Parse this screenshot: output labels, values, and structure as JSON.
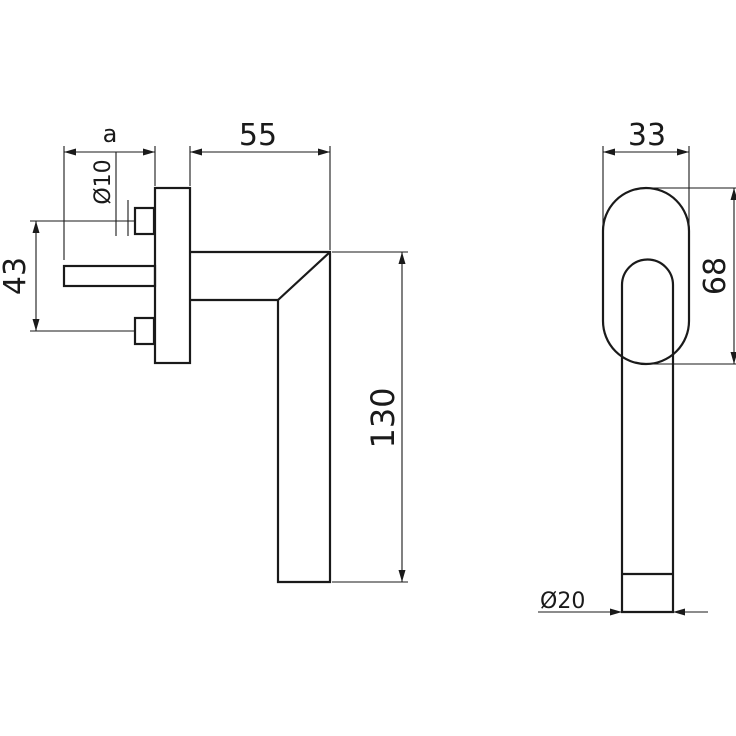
{
  "drawing": {
    "side_view": {
      "dim_offset_label": "a",
      "dim_spindle_diameter": "Ø10",
      "dim_length": "55",
      "dim_screw_spacing": "43",
      "dim_handle_height": "130"
    },
    "front_view": {
      "dim_rose_width": "33",
      "dim_rose_height": "68",
      "dim_grip_diameter": "Ø20"
    }
  }
}
